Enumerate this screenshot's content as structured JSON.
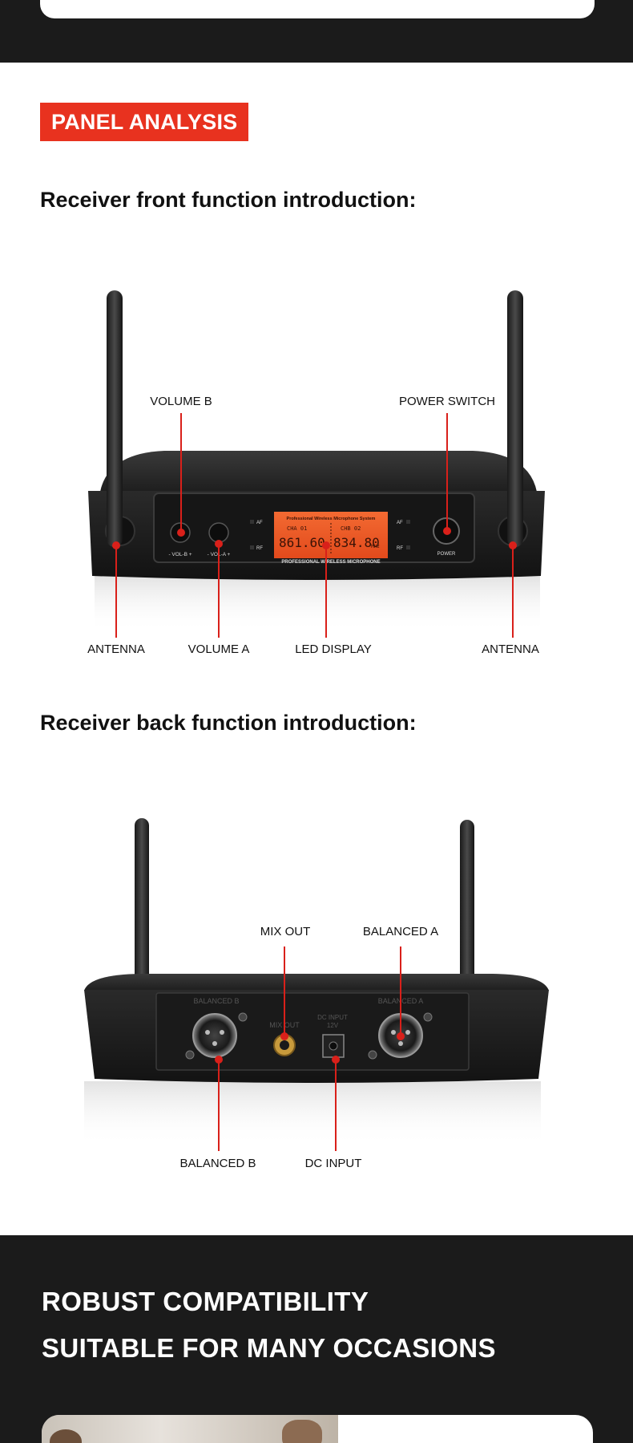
{
  "section_badge": "PANEL ANALYSIS",
  "front": {
    "heading": "Receiver front function introduction:",
    "callouts": {
      "volume_b": "VOLUME B",
      "power_switch": "POWER SWITCH",
      "antenna_left": "ANTENNA",
      "volume_a": "VOLUME A",
      "led_display": "LED DISPLAY",
      "antenna_right": "ANTENNA"
    },
    "panel": {
      "system_title": "Professional Wireless Microphone System",
      "cha_label": "CHA 01",
      "chb_label": "CHB 02",
      "freq_a": "861.60",
      "freq_b": "834.80",
      "freq_unit": "MHz",
      "brand_strip": "PROFESSIONAL WIRELESS MICROPHONE",
      "knob_b_label": "- VOL-B +",
      "knob_a_label": "- VOL-A +",
      "af": "AF",
      "rf": "RF",
      "power_label": "POWER"
    }
  },
  "back": {
    "heading": "Receiver back function introduction:",
    "callouts": {
      "mix_out": "MIX OUT",
      "balanced_a": "BALANCED A",
      "balanced_b": "BALANCED B",
      "dc_input": "DC INPUT"
    },
    "panel": {
      "balanced_b_print": "BALANCED B",
      "balanced_a_print": "BALANCED A",
      "mix_out_print": "MIX OUT",
      "dc_print": "DC INPUT",
      "dc_volt": "12V"
    }
  },
  "bottom": {
    "line1": "ROBUST COMPATIBILITY",
    "line2": "SUITABLE FOR MANY OCCASIONS"
  },
  "colors": {
    "accent": "#e8321f",
    "dark_band": "#1b1b1b",
    "callout_line": "#d9201a",
    "lcd": "#f05a2a"
  }
}
